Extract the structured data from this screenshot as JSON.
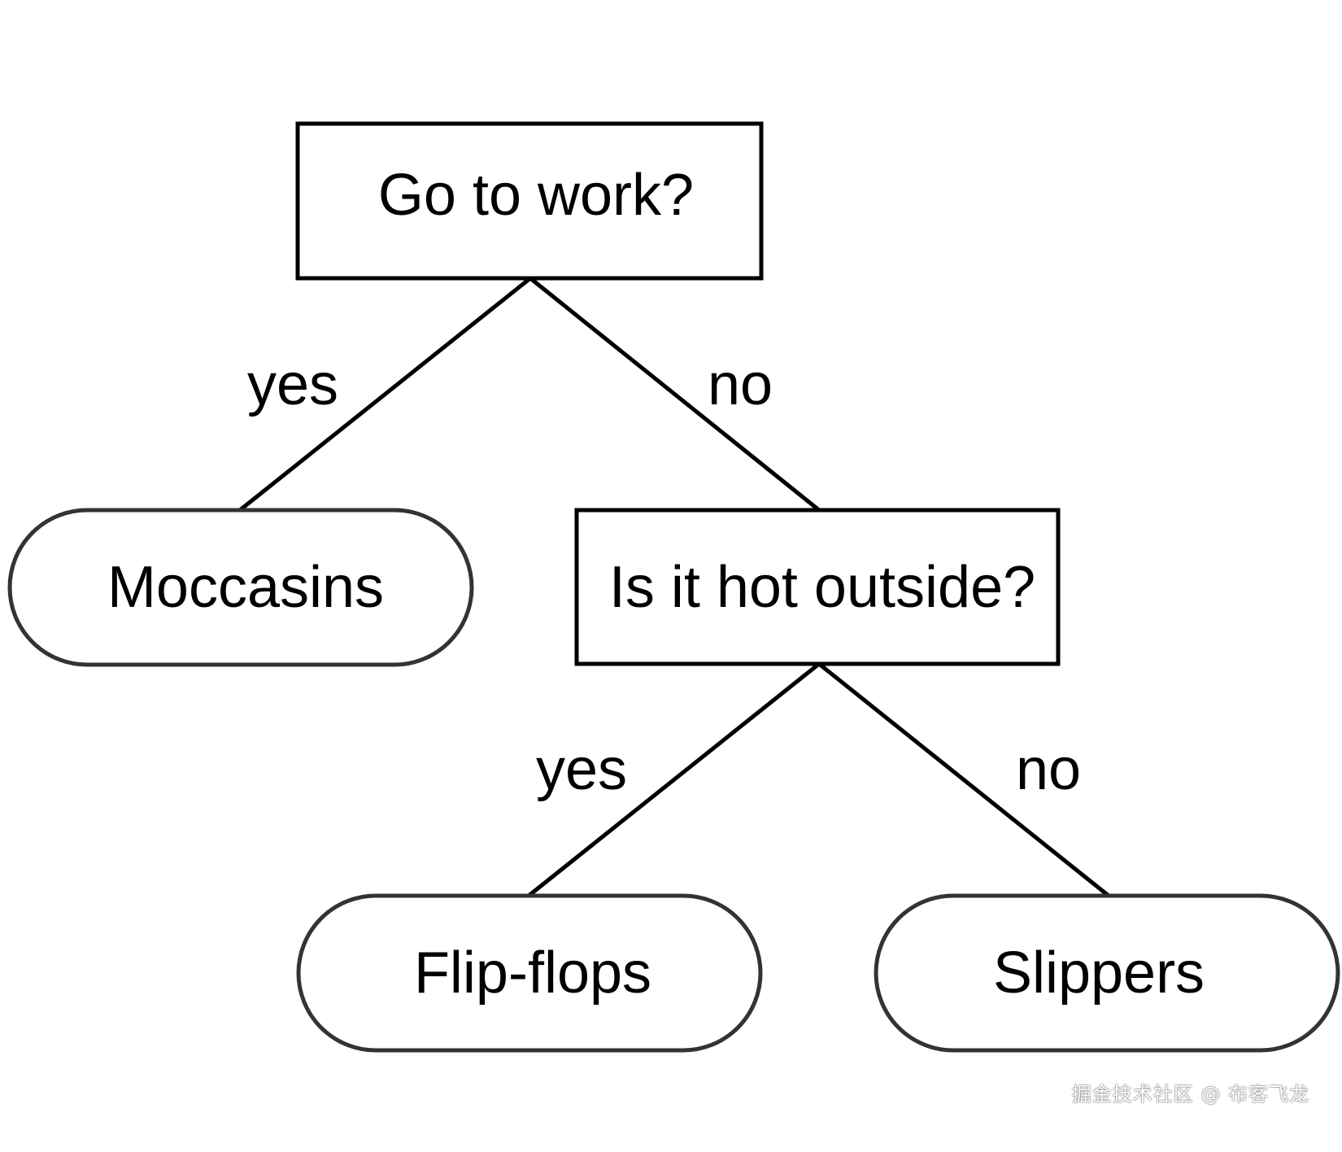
{
  "diagram": {
    "root_question": "Go to work?",
    "edge_root_yes": "yes",
    "edge_root_no": "no",
    "leaf_root_yes": "Moccasins",
    "second_question": "Is it hot outside?",
    "edge_second_yes": "yes",
    "edge_second_no": "no",
    "leaf_second_yes": "Flip-flops",
    "leaf_second_no": "Slippers"
  },
  "watermark": "掘金技术社区 @ 布客飞龙",
  "colors": {
    "stroke": "#000000",
    "leaf_stroke": "#333333",
    "background": "#ffffff"
  }
}
